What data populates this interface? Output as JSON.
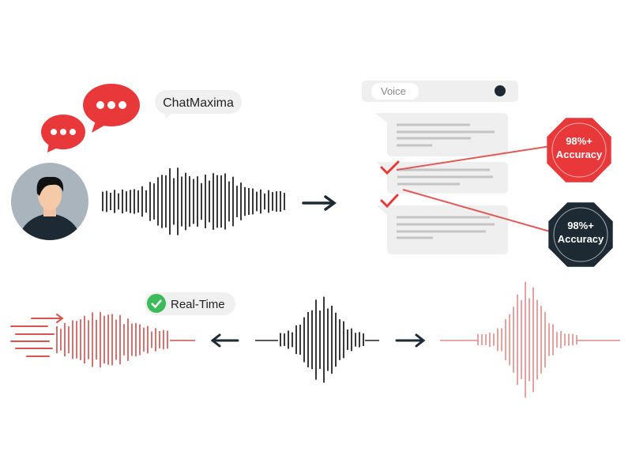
{
  "brand": {
    "label": "ChatMaxima"
  },
  "voice_panel": {
    "label": "Voice"
  },
  "badges": [
    {
      "line1": "98%+",
      "line2": "Accuracy",
      "color": "#e8383a"
    },
    {
      "line1": "98%+",
      "line2": "Accuracy",
      "color": "#1e2a33"
    }
  ],
  "realtime": {
    "label": "Real-Time",
    "check_color": "#3dbb5b"
  },
  "colors": {
    "accent": "#e8383a",
    "dark": "#1e2a33",
    "wave_red": "#c9504f",
    "wave_pink": "#e08a88"
  },
  "icons": [
    "chat-bubble-icon",
    "user-avatar-icon",
    "arrow-right-icon",
    "arrow-left-icon",
    "check-icon",
    "waveform-icon"
  ]
}
